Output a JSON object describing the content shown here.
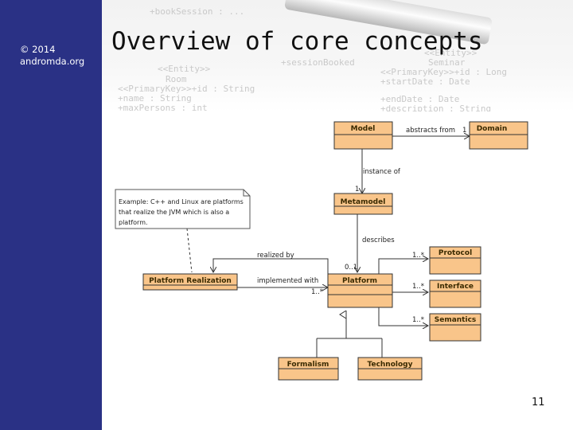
{
  "sidebar": {
    "copyright": "© 2014",
    "site": "andromda.org"
  },
  "title": "Overview of core concepts",
  "page_number": "11",
  "colors": {
    "sidebar": "#2a3185",
    "class_fill": "#f9c58a",
    "class_stroke": "#333333"
  },
  "diagram": {
    "classes": {
      "model": "Model",
      "domain": "Domain",
      "metamodel": "Metamodel",
      "protocol": "Protocol",
      "interface": "Interface",
      "semantics": "Semantics",
      "platform_realization": "Platform Realization",
      "platform": "Platform",
      "formalism": "Formalism",
      "technology": "Technology"
    },
    "labels": {
      "abstracts_from": "abstracts from",
      "abstracts_mult": "1",
      "instance_of": "instance of",
      "instance_mult": "1",
      "describes": "describes",
      "describes_mult": "0..1",
      "realized_by": "realized by",
      "implemented_with": "implemented with",
      "implemented_mult": "1..*",
      "protocol_mult": "1..*",
      "interface_mult": "1..*",
      "semantics_mult": "1..*"
    },
    "note": [
      "Example: C++ and Linux are platforms",
      "that realize the JVM which is also a",
      "platform."
    ]
  }
}
